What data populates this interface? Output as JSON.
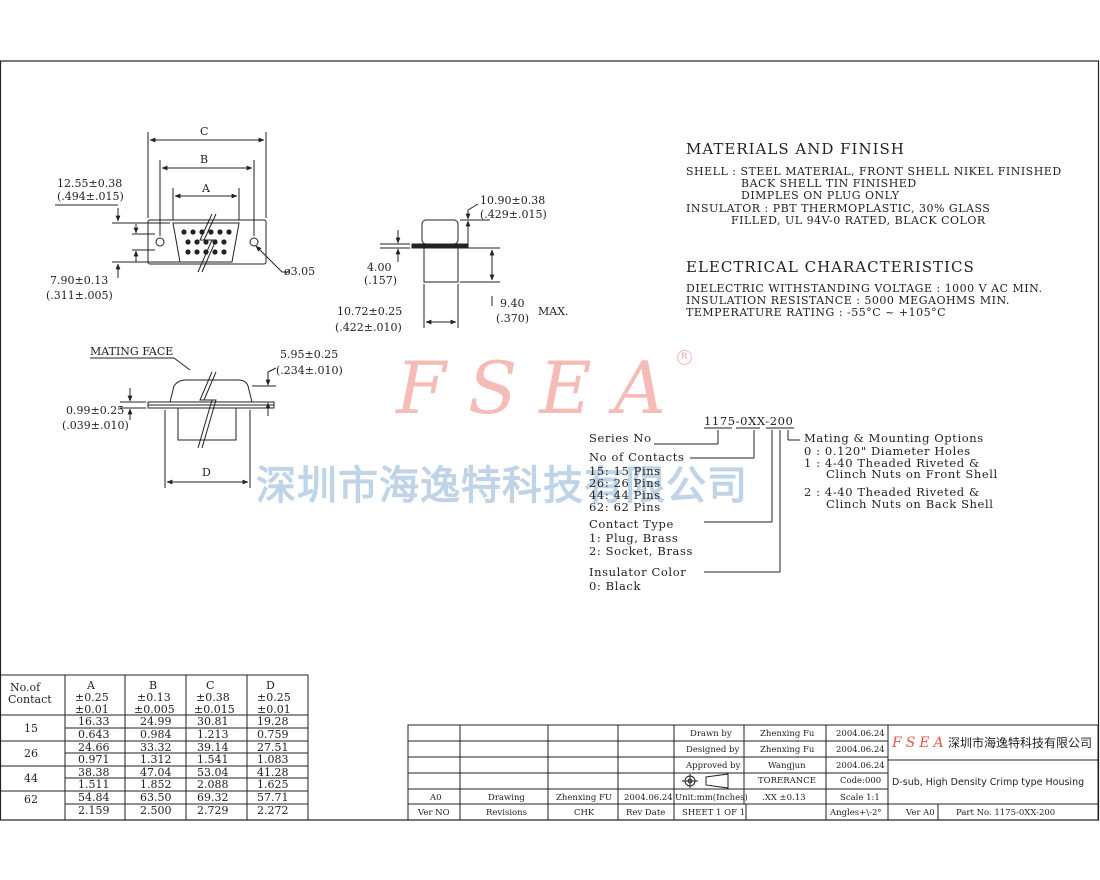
{
  "materials": {
    "title": "MATERIALS  AND  FINISH",
    "lines": [
      "SHELL : STEEL MATERIAL, FRONT SHELL NIKEL FINISHED",
      "BACK SHELL TIN FINISHED",
      "DIMPLES ON PLUG ONLY",
      "INSULATOR : PBT THERMOPLASTIC, 30% GLASS",
      "FILLED, UL 94V-0 RATED, BLACK COLOR"
    ]
  },
  "electrical": {
    "title": "ELECTRICAL  CHARACTERISTICS",
    "lines": [
      "DIELECTRIC WITHSTANDING VOLTAGE : 1000 V AC MIN.",
      "INSULATION RESISTANCE : 5000 MEGAOHMS MIN.",
      "TEMPERATURE RATING : -55°C ~ +105°C"
    ]
  },
  "watermark": {
    "en": "FSEA",
    "registered": "R",
    "cn": "深圳市海逸特科技有限公司"
  },
  "front_view": {
    "dim_c": "C",
    "dim_b": "B",
    "dim_a": "A",
    "dim_1": "12.55±0.38",
    "dim_1_in": "(.494±.015)",
    "dim_2": "7.90±0.13",
    "dim_2_in": "(.311±.005)",
    "hole": "ø3.05"
  },
  "side_view": {
    "dim_1": "10.90±0.38",
    "dim_1_in": "(.429±.015)",
    "dim_2": "4.00",
    "dim_2_in": "(.157)",
    "dim_3": "10.72±0.25",
    "dim_3_in": "(.422±.010)",
    "dim_4": "9.40",
    "dim_4_in": "(.370)",
    "max": "MAX."
  },
  "mating_view": {
    "label": "MATING FACE",
    "dim_1": "5.95±0.25",
    "dim_1_in": "(.234±.010)",
    "dim_2": "0.99±0.25",
    "dim_2_in": "(.039±.010)",
    "dim_d": "D"
  },
  "part_number": {
    "code": "1175-0XX-200",
    "series": "Series No",
    "contacts_title": "No of Contacts",
    "contacts": [
      "15: 15 Pins",
      "26: 26 Pins",
      "44: 44 Pins",
      "62: 62 Pins"
    ],
    "contact_type_title": "Contact Type",
    "contact_types": [
      "1: Plug, Brass",
      "2: Socket, Brass"
    ],
    "insulator_title": "Insulator Color",
    "insulator": "0: Black",
    "mating_title": "Mating & Mounting Options",
    "opt0": "0 : 0.120\" Diameter Holes",
    "opt1a": "1 : 4-40 Theaded Riveted &",
    "opt1b": "Clinch Nuts on Front Shell",
    "opt2a": "2 : 4-40 Theaded Riveted &",
    "opt2b": "Clinch Nuts on Back Shell"
  },
  "contact_table": {
    "headers": [
      [
        "No.of",
        "Contact"
      ],
      [
        "A",
        "±0.25",
        "±0.01"
      ],
      [
        "B",
        "±0.13",
        "±0.005"
      ],
      [
        "C",
        "±0.38",
        "±0.015"
      ],
      [
        "D",
        "±0.25",
        "±0.01"
      ]
    ],
    "rows": [
      {
        "n": "15",
        "a": [
          "16.33",
          "0.643"
        ],
        "b": [
          "24.99",
          "0.984"
        ],
        "c": [
          "30.81",
          "1.213"
        ],
        "d": [
          "19.28",
          "0.759"
        ]
      },
      {
        "n": "26",
        "a": [
          "24.66",
          "0.971"
        ],
        "b": [
          "33.32",
          "1.312"
        ],
        "c": [
          "39.14",
          "1.541"
        ],
        "d": [
          "27.51",
          "1.083"
        ]
      },
      {
        "n": "44",
        "a": [
          "38.38",
          "1.511"
        ],
        "b": [
          "47.04",
          "1.852"
        ],
        "c": [
          "53.04",
          "2.088"
        ],
        "d": [
          "41.28",
          "1.625"
        ]
      },
      {
        "n": "62",
        "a": [
          "54.84",
          "2.159"
        ],
        "b": [
          "63.50",
          "2.500"
        ],
        "c": [
          "69.32",
          "2.729"
        ],
        "d": [
          "57.71",
          "2.272"
        ]
      }
    ]
  },
  "title_block": {
    "drawn_label": "Drawn  by",
    "drawn_by": "Zhenxing Fu",
    "drawn_date": "2004.06.24",
    "designed_label": "Designed by",
    "designed_by": "Zhenxing Fu",
    "designed_date": "2004.06.24",
    "approved_label": "Approved by",
    "approved_by": "Wangjun",
    "approved_date": "2004.06.24",
    "tolerance_label": "TORERANCE",
    "code": "Code:000",
    "units": "Unit:mm(Inches)",
    "tol_xx": ".XX  ±0.13",
    "scale": "Scale 1:1",
    "sheet": "SHEET 1 OF 1",
    "angles": "Angles+\\-2°",
    "rev_a0": "A0",
    "rev_drawing": "Drawing",
    "rev_who": "Zhenxing FU",
    "rev_date": "2004.06.24",
    "ver_no": "Ver NO",
    "revisions": "Revisions",
    "chk": "CHK",
    "rev_date_label": "Rev Date",
    "logo": "FSEA",
    "company": "深圳市海逸特科技有限公司",
    "title": "D-sub,  High Density Crimp type Housing",
    "ver": "Ver A0",
    "part_no": "Part No.  1175-0XX-200"
  }
}
